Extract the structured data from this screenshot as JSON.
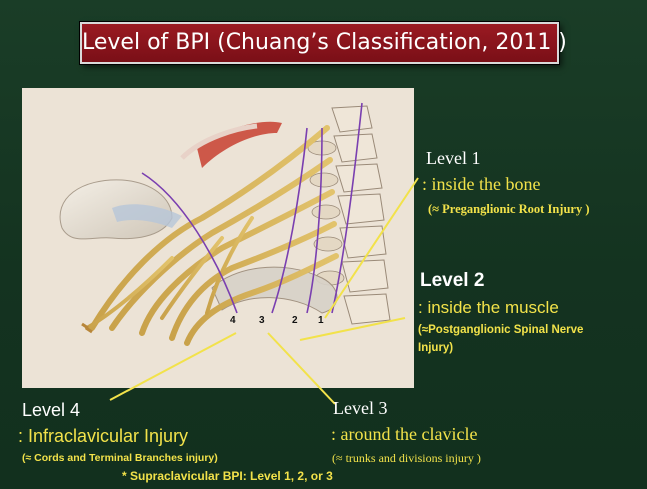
{
  "title": "Level of BPI (Chuang’s Classification, 2011  )",
  "figure": {
    "level_numbers": [
      "4",
      "3",
      "2",
      "1"
    ]
  },
  "levels": {
    "level1": {
      "heading": "Level 1",
      "location": ": inside the bone",
      "injury": "(≈ Preganglionic Root Injury )"
    },
    "level2": {
      "heading": "Level 2",
      "location": ": inside the muscle",
      "injury_line1": "(≈Postganglionic Spinal Nerve",
      "injury_line2": "Injury)"
    },
    "level3": {
      "heading": "Level 3",
      "location": ": around the clavicle",
      "injury": "(≈ trunks and divisions injury )"
    },
    "level4": {
      "heading": "Level 4",
      "location": ": Infraclavicular Injury",
      "injury": "(≈ Cords and Terminal Branches injury)"
    }
  },
  "footnote": "* Supraclavicular BPI: Level  1,  2, or 3",
  "colors": {
    "background": "#163521",
    "title_box": "#8a141c",
    "accent_yellow": "#f2e24a",
    "divider_purple": "#7a3fb0"
  }
}
